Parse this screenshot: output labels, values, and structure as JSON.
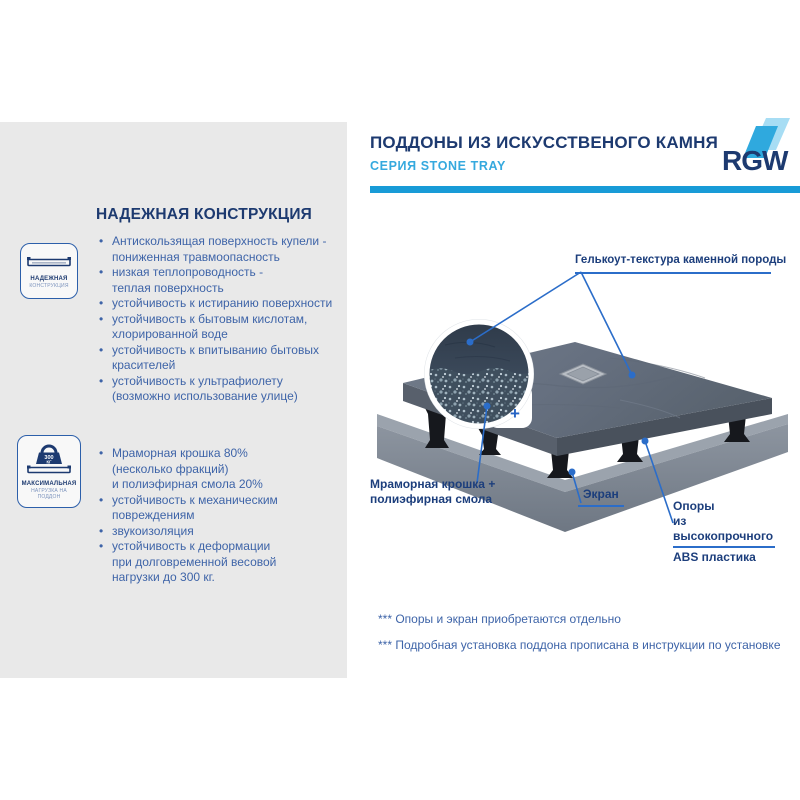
{
  "header": {
    "title": "ПОДДОНЫ ИЗ ИСКУССТВЕНОГО КАМНЯ",
    "subtitle": "СЕРИЯ STONE TRAY",
    "brand": "RGW",
    "accent_bar_color": "#189bd7"
  },
  "sidebar": {
    "heading": "НАДЕЖНАЯ КОНСТРУКЦИЯ",
    "badges": [
      {
        "icon": "shower-tray-profile-icon",
        "label_bold": "НАДЕЖНАЯ",
        "label_light": "КОНСТРУКЦИЯ"
      },
      {
        "icon": "weight-300kg-icon",
        "weight_top": "300",
        "weight_unit": "КГ",
        "label_bold": "МАКСИМАЛЬНАЯ",
        "label_light": "НАГРУЗКА НА ПОДДОН"
      }
    ],
    "features_1": [
      "Антискользящая поверхность купели -\nпониженная травмоопасность",
      "низкая теплопроводность -\nтеплая поверхность",
      "устойчивость к истиранию поверхности",
      "устойчивость к бытовым кислотам,\nхлорированной воде",
      "устойчивость к впитыванию бытовых\nкрасителей",
      "устойчивость к ультрафиолету\n(возможно использование улице)"
    ],
    "features_2": [
      "Мраморная крошка 80%\n(несколько фракций)\nи полиэфирная смола 20%",
      "устойчивость к механическим\nповреждениям",
      "звукоизоляция",
      "устойчивость к деформации\nпри долговременной весовой\nнагрузки до 300 кг."
    ]
  },
  "diagram": {
    "labels": {
      "gelcoat": "Гелькоут-текстура каменной породы",
      "marble": "Мраморная крошка +\nполиэфирная смола",
      "screen": "Экран",
      "supports_line1": "Опоры",
      "supports_line2": "из высокопрочного",
      "supports_line3": "ABS пластика"
    },
    "zoom_plus": "+",
    "colors": {
      "leader_line": "#2b6dc9",
      "tray_top": "#6b7482",
      "screen_front": "#7e8692",
      "supports": "#16181d"
    }
  },
  "footnotes": [
    "*** Опоры и экран приобретаются отдельно",
    "*** Подробная установка поддона прописана в инструкции по установке"
  ]
}
